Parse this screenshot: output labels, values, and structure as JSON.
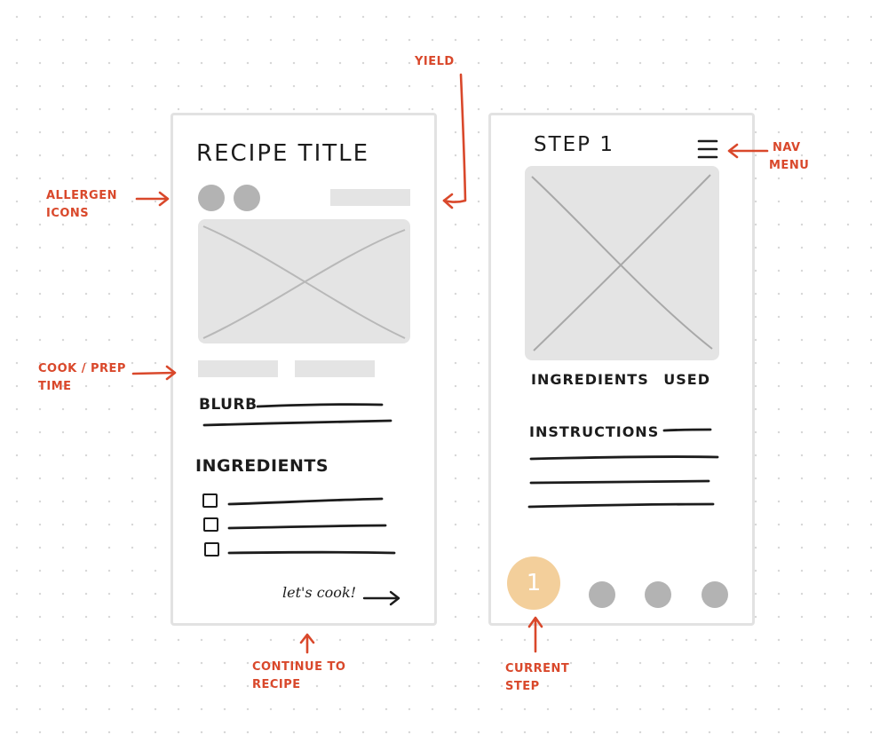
{
  "recipe_screen": {
    "title": "RECIPE TITLE",
    "blurb_label": "BLURB",
    "ingredients_heading": "INGREDIENTS",
    "cta_label": "let's cook!"
  },
  "step_screen": {
    "step_title": "STEP 1",
    "ingredients_used_label": "INGREDIENTS USED",
    "instructions_label": "INSTRUCTIONS",
    "current_step": "1"
  },
  "annotations": {
    "yield": "YIELD",
    "allergen_line1": "ALLERGEN",
    "allergen_line2": "ICONS",
    "cook_prep_line1": "COOK / PREP",
    "cook_prep_line2": "TIME",
    "continue_line1": "CONTINUE TO",
    "continue_line2": "RECIPE",
    "nav_line1": "NAV",
    "nav_line2": "MENU",
    "current_line1": "CURRENT",
    "current_line2": "STEP"
  },
  "icons": [
    "checkbox-icon",
    "hamburger-menu-icon",
    "arrow-right-icon",
    "image-placeholder-icon"
  ],
  "colors": {
    "annotation": "#d9482b",
    "ink": "#1c1c1c",
    "placeholder": "#e4e4e4",
    "dot": "#b3b3b3",
    "current_step": "#f3cf9b"
  }
}
